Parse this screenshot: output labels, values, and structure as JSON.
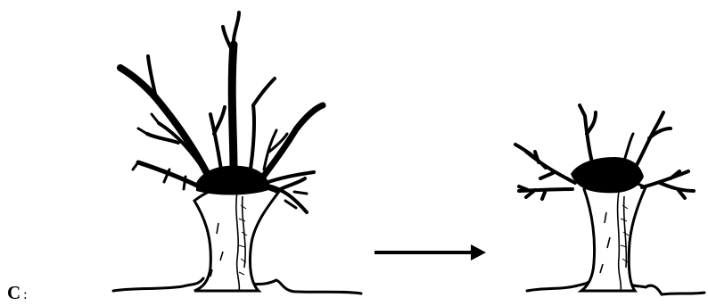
{
  "panel": {
    "letter": "C",
    "separator": ":"
  },
  "figure": {
    "left_image": "tree-before-pruning",
    "right_image": "tree-after-pollarding",
    "arrow": "transformation-arrow",
    "colors": {
      "ink": "#000000",
      "background": "#ffffff"
    }
  }
}
